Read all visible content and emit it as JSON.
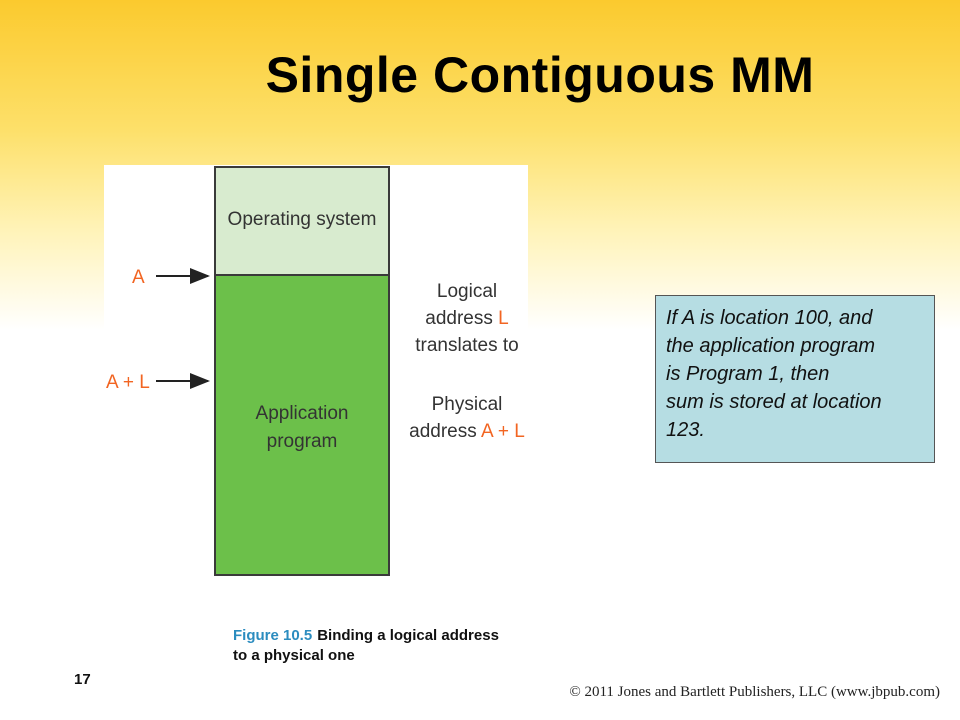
{
  "slide": {
    "title": "Single Contiguous MM",
    "page_number": "17",
    "copyright": "© 2011 Jones and Bartlett Publishers, LLC (www.jbpub.com)"
  },
  "figure": {
    "os_label": "Operating system",
    "app_label_line1": "Application",
    "app_label_line2": "program",
    "arrow_a": "A",
    "arrow_al": "A + L",
    "right_line1": "Logical",
    "right_line2_prefix": "address ",
    "right_line2_var": "L",
    "right_line3": "translates to",
    "right_line4": "Physical",
    "right_line5_prefix": "address ",
    "right_line5_var": "A + L",
    "colors": {
      "os_fill": "#d8ebcf",
      "app_fill": "#6cc04a",
      "accent": "#f26522"
    }
  },
  "note": {
    "lines": [
      "If A is location 100, and",
      "the application program",
      "is Program 1, then",
      "sum is stored at location",
      "123."
    ]
  },
  "caption": {
    "fig_number": "Figure 10.5",
    "text_line1": "Binding a logical address",
    "text_line2": "to a physical one"
  }
}
